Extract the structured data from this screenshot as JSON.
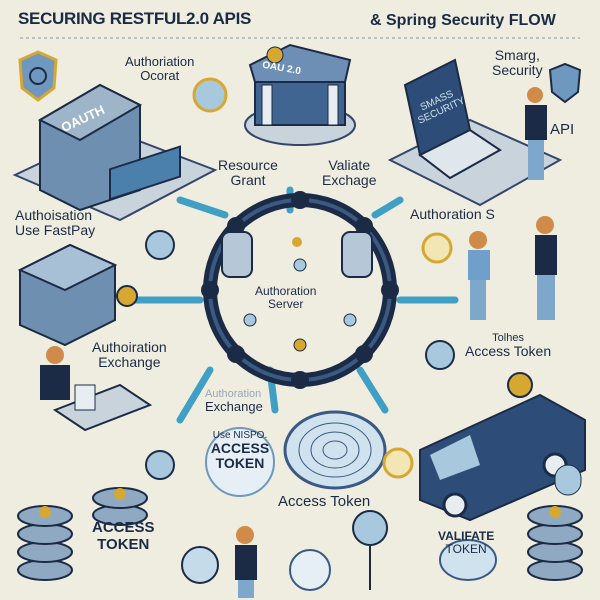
{
  "title": {
    "left": "SECURING RESTFUL2.0 APIS",
    "right": "& Spring Security FLOW"
  },
  "labels": {
    "authoriation_ocorat": [
      "Authoriation",
      "Ocorat"
    ],
    "oauth_sign": "OAUTH",
    "bank_sign": "OAU 2.0",
    "smarg_security": [
      "Smarg,",
      "Security"
    ],
    "laptop_screen": [
      "SMASS",
      "SECURITY"
    ],
    "api": "API",
    "resource_grant": [
      "Resource",
      "Grant"
    ],
    "valiate_exchage": [
      "Valiate",
      "Exchage"
    ],
    "authoisation_fastpay": [
      "Authoisation",
      "Use FastPay"
    ],
    "authoration_s": "Authoration S",
    "authoration_server": [
      "Authoration",
      "Server"
    ],
    "tolhes_access_token": [
      "Tolhes",
      "Access Token"
    ],
    "authoiration_exchange": [
      "Authoiration",
      "Exchange"
    ],
    "faded_authoration": "Authoration",
    "exchange": "Exchange",
    "use_nispo": "Use NISPO.",
    "access_token_badge": [
      "ACCESS",
      "TOKEN"
    ],
    "access_token_center": "Access Token",
    "access_token_bottom": [
      "ACCESS",
      "TOKEN"
    ],
    "valifate_token": [
      "VALIFATE",
      "TOKEN"
    ]
  },
  "colors": {
    "background": "#eeede0",
    "navy": "#1c2b45",
    "blue": "#4f8db8",
    "light_blue": "#a8c8de",
    "gold": "#d6a831",
    "arrow": "#3f9fc4"
  }
}
